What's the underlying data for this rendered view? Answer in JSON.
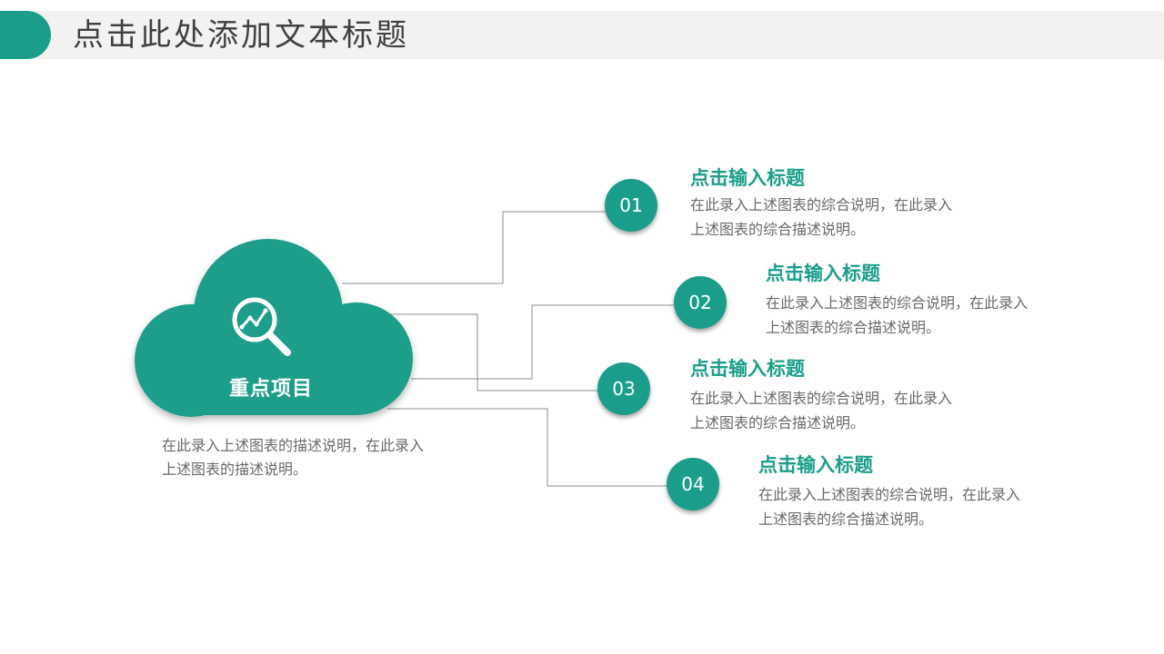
{
  "page": {
    "title": "点击此处添加文本标题"
  },
  "cloud": {
    "label": "重点项目",
    "icon": "magnifier-chart-icon",
    "description": "在此录入上述图表的描述说明，在此录入上述图表的描述说明。"
  },
  "items": [
    {
      "number": "01",
      "title": "点击输入标题",
      "description": "在此录入上述图表的综合说明，在此录入上述图表的综合描述说明。"
    },
    {
      "number": "02",
      "title": "点击输入标题",
      "description": "在此录入上述图表的综合说明，在此录入上述图表的综合描述说明。"
    },
    {
      "number": "03",
      "title": "点击输入标题",
      "description": "在此录入上述图表的综合说明，在此录入上述图表的综合描述说明。"
    },
    {
      "number": "04",
      "title": "点击输入标题",
      "description": "在此录入上述图表的综合说明，在此录入上述图表的综合描述说明。"
    }
  ],
  "colors": {
    "accent": "#1a9e8b",
    "connector": "#8c8c8c",
    "text": "#6a6a6a"
  }
}
